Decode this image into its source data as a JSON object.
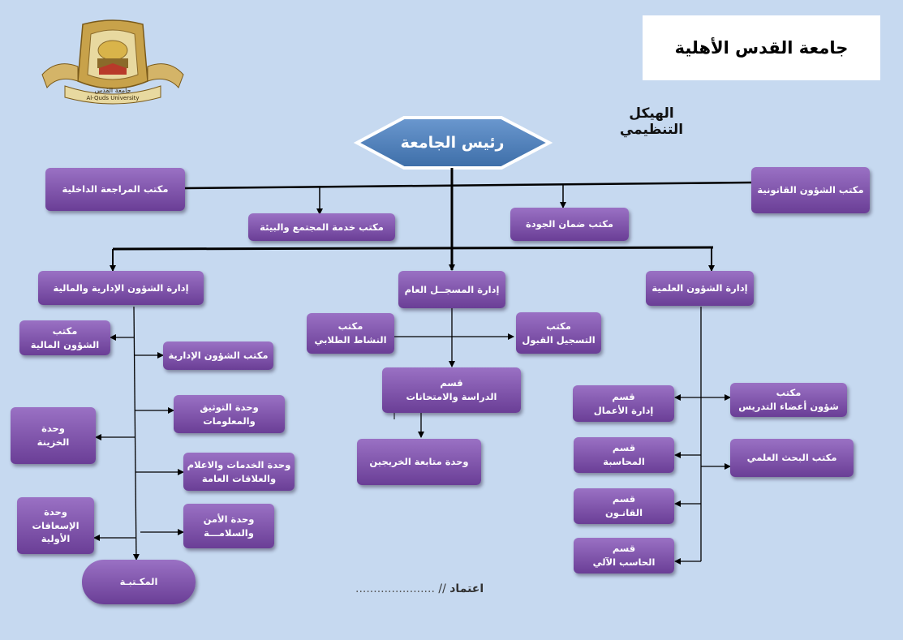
{
  "university_name": "جامعة القدس الأهلية",
  "chart_title": "الهيكل التنظيمي",
  "logo": {
    "ar_text": "جامعة القدس",
    "en_text": "Al-Quds University"
  },
  "president": "رئيس الجامعة",
  "offices": {
    "internal_audit": "مكتب المراجعة الداخلية",
    "legal_affairs": "مكتب الشؤون القانونية",
    "community_service": "مكتب خدمة المجتمع والبيئة",
    "quality_assurance": "مكتب ضمان الجودة"
  },
  "admin_finance": {
    "title": "إدارة الشؤون الإدارية والمالية",
    "financial_affairs": [
      "مكتب",
      "الشؤون المالية"
    ],
    "administrative_affairs": "مكتب الشؤون الإدارية",
    "documentation": [
      "وحدة التوثيق",
      "والمعلومات"
    ],
    "treasury": [
      "وحدة",
      "الخزينة"
    ],
    "services_media": [
      "وحدة الخدمات والاعلام",
      "والعلاقات العامة"
    ],
    "first_aid": [
      "وحدة",
      "الإسعافات",
      "الأولية"
    ],
    "security_safety": [
      "وحدة الأمن",
      "والسلامـــة"
    ],
    "library": "المكـتبـة"
  },
  "registrar": {
    "title": "إدارة المسجــل العام",
    "student_activity": [
      "مكتب",
      "النشاط الطلابي"
    ],
    "admission": [
      "مكتب",
      "التسجيل القبول"
    ],
    "studies_exams": [
      "قسم",
      "الدراسة والامتحانات"
    ],
    "alumni": "وحدة متابعة الخريجين"
  },
  "academic": {
    "title": "إدارة الشؤون العلمية",
    "business_admin": [
      "قسم",
      "إدارة الأعمال"
    ],
    "faculty_affairs": [
      "مكتب",
      "شؤون أعضاء التدريس"
    ],
    "accounting": [
      "قسم",
      "المحاسبة"
    ],
    "scientific_research": "مكتب البحث العلمي",
    "law": [
      "قسم",
      "القانـون"
    ],
    "computer": [
      "قسم",
      "الحاسب الآلي"
    ]
  },
  "approval": {
    "label": "اعتماد",
    "separator": "//",
    "dots": "......................"
  },
  "colors": {
    "background": "#c6d9f0",
    "box_fill": "#7b4fa8",
    "president_fill": "#4f81bd",
    "line": "#000000"
  }
}
